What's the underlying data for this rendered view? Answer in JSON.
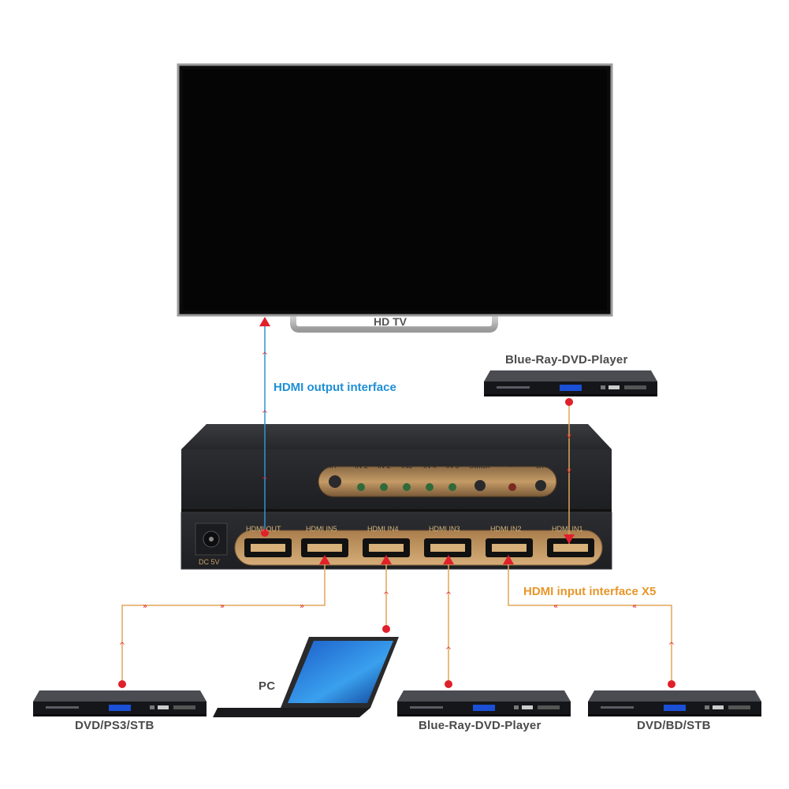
{
  "devices": {
    "tv": "HD TV",
    "top_player": "Blue-Ray-DVD-Player",
    "bottom_left": "DVD/PS3/STB",
    "pc": "PC",
    "bottom_center": "Blue-Ray-DVD-Player",
    "bottom_right": "DVD/BD/STB"
  },
  "labels": {
    "output": "HDMI output interface",
    "input": "HDMI input interface  X5"
  },
  "switcher": {
    "front_panel": [
      "IR",
      "IN 1",
      "IN 2",
      "IN3",
      "IN 4",
      "IN 5",
      "Switch",
      "⏻",
      "ô/I"
    ],
    "ports": [
      "HDMI OUT",
      "HDMI IN5",
      "HDMI IN4",
      "HDMI IN3",
      "HDMI IN2",
      "HDMI IN1"
    ],
    "dc": "DC 5V"
  },
  "colors": {
    "output_line": "#2f93d6",
    "input_line": "#e0a656",
    "arrow": "#e0202a",
    "housing": "#2b2c2f",
    "port_frame": "#b88a55"
  }
}
